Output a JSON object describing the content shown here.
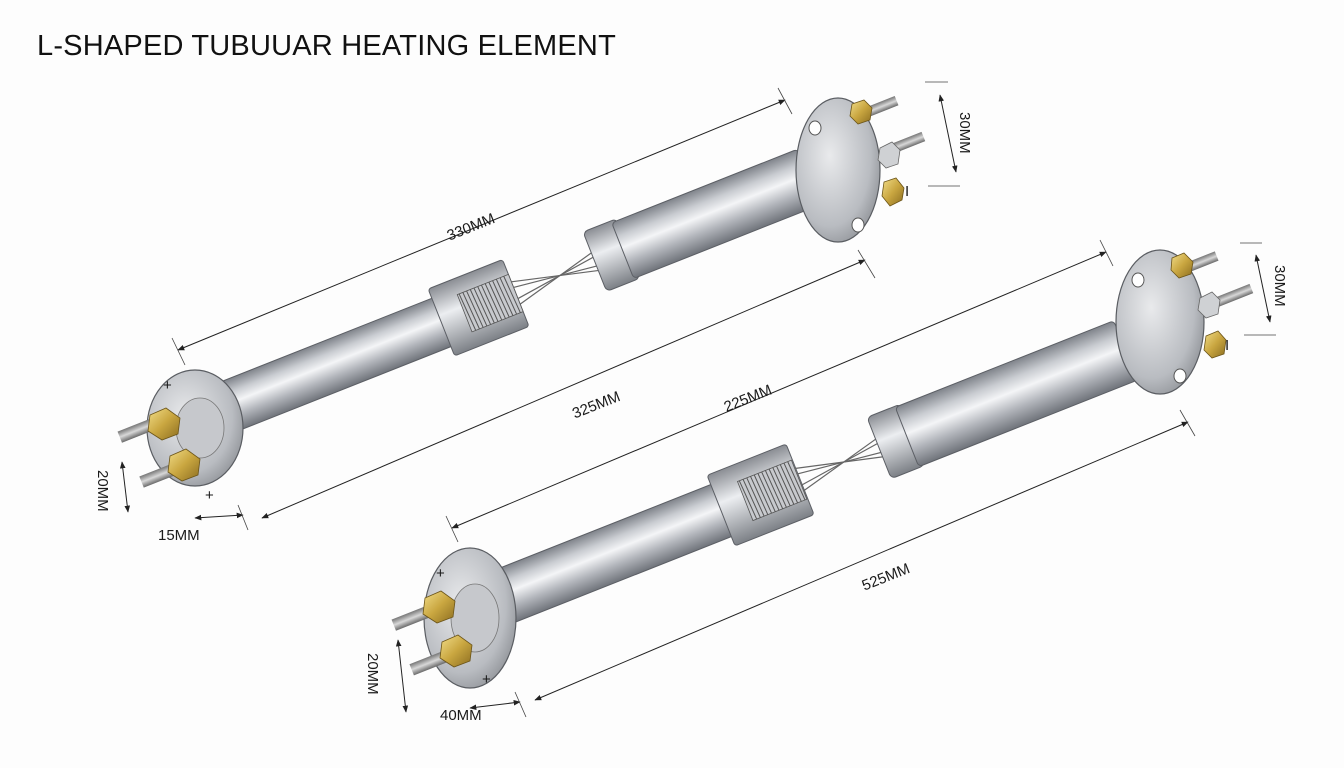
{
  "title": "L-SHAPED TUBUUAR HEATING ELEMENT",
  "dimensions": {
    "top_overall": "330MM",
    "top_lower": "325MM",
    "top_end_height": "30MM",
    "top_left_height": "20MM",
    "top_left_width": "15MM",
    "bottom_overall": "225MM",
    "bottom_lower": "525MM",
    "bottom_end_height": "30MM",
    "bottom_left_height": "20MM",
    "bottom_left_width": "40MM"
  },
  "terminal_marks": {
    "plus": "+",
    "bar": "I"
  },
  "colors": {
    "steel_dark": "#8f9298",
    "steel_light": "#f3f4f6",
    "brass": "#c9a640",
    "line": "#222222"
  }
}
